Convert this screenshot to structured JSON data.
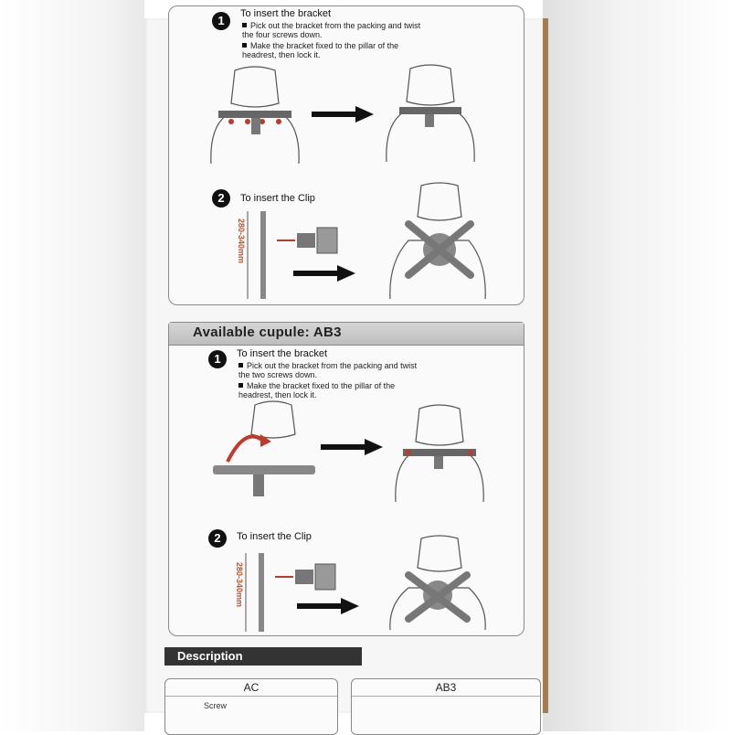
{
  "top_section": {
    "step1": {
      "number": "1",
      "title": "To insert the bracket",
      "bullet1": "Pick out the bracket from the packing and twist the four screws down.",
      "bullet2": "Make the bracket fixed to the pillar of the headrest, then lock it."
    },
    "step2": {
      "number": "2",
      "title": "To insert the Clip",
      "range": "280-340mm"
    }
  },
  "mid_section": {
    "header": "Available cupule: AB3",
    "step1": {
      "number": "1",
      "title": "To insert the bracket",
      "bullet1": "Pick out the bracket from the packing and twist the two screws down.",
      "bullet2": "Make the bracket fixed to the pillar of the headrest, then lock it."
    },
    "step2": {
      "number": "2",
      "title": "To insert the Clip",
      "range": "280-340mm"
    }
  },
  "description": {
    "header": "Description",
    "box_left_title": "AC",
    "box_left_sub": "Screw",
    "box_right_title": "AB3"
  },
  "colors": {
    "accent_red": "#c0392b",
    "range_label": "#b5562f",
    "header_gray": "#c8c8c8",
    "cardboard": "#a67c4e"
  }
}
